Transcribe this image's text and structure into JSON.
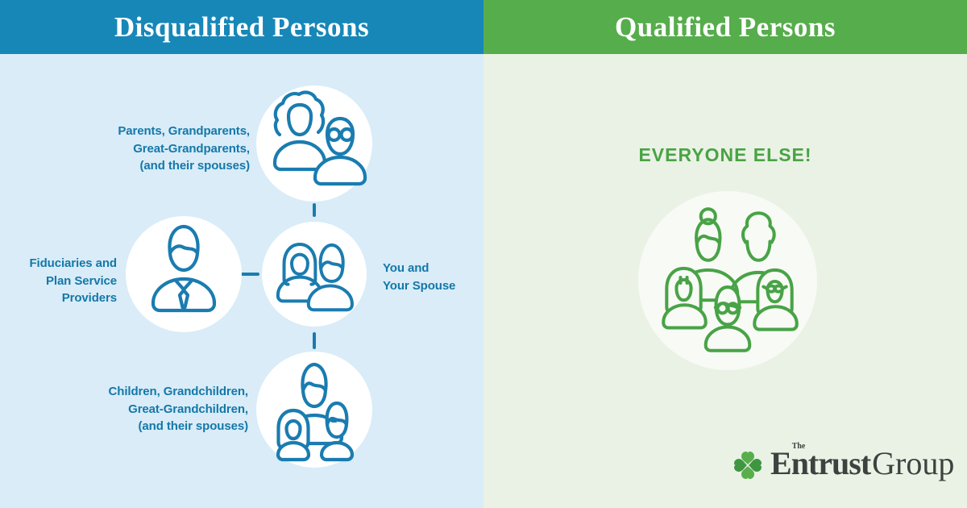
{
  "left": {
    "title": "Disqualified Persons",
    "items": [
      {
        "icon": "elderly-couple-icon",
        "lines": [
          "Parents, Grandparents,",
          "Great-Grandparents,",
          "(and their spouses)"
        ]
      },
      {
        "icon": "businessman-icon",
        "lines": [
          "Fiduciaries and",
          "Plan Service",
          "Providers"
        ]
      },
      {
        "icon": "couple-icon",
        "lines": [
          "You and",
          "Your Spouse"
        ]
      },
      {
        "icon": "parent-children-icon",
        "lines": [
          "Children, Grandchildren,",
          "Great-Grandchildren,",
          "(and their spouses)"
        ]
      }
    ]
  },
  "right": {
    "title": "Qualified Persons",
    "headline": "EVERYONE ELSE!",
    "icon": "family-group-icon",
    "logo": {
      "icon": "entrust-logo-icon",
      "entrust_e": "E",
      "the": "The",
      "entrust_rest": "ntrust",
      "group": "Group"
    }
  },
  "colors": {
    "header_blue": "#1787b8",
    "panel_blue": "#d9ecf8",
    "accent_blue": "#1478a9",
    "stroke_blue": "#1a7cb0",
    "header_green": "#56ad4b",
    "panel_green": "#eaf2e5",
    "accent_green": "#4aa345",
    "circle_white": "#ffffff",
    "circle_green_tint": "#f8faf5",
    "logo_text": "#3c423f"
  }
}
